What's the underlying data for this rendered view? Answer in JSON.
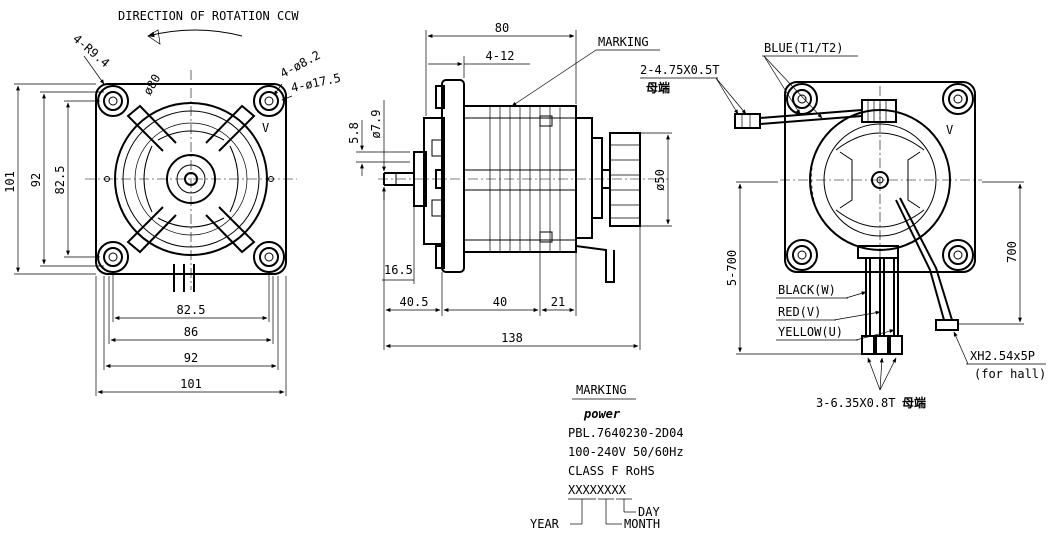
{
  "front_view": {
    "rotation_label": "DIRECTION OF ROTATION  CCW",
    "callouts": {
      "corner_radius": "4-R9.4",
      "hole_small": "4-ø8.2",
      "hole_large": "4-ø17.5",
      "bolt_circle": "ø80"
    },
    "vertical_dims": {
      "outer": "101",
      "inner": "92",
      "holes": "82.5"
    },
    "horizontal_dims": {
      "holes": "82.5",
      "pins": "86",
      "inner": "92",
      "outer": "101"
    }
  },
  "side_view": {
    "dims": {
      "top_width": "80",
      "top_offset": "4-12",
      "shaft_step": "5.8",
      "shaft_dia": "ø7.9",
      "shaft_height": "16.5",
      "rotor_dia": "ø50",
      "seg_a": "40.5",
      "seg_b": "40",
      "seg_c": "21",
      "total": "138"
    },
    "marking_label": "MARKING"
  },
  "rear_view": {
    "blue_label": "BLUE(T1/T2)",
    "terminal_top": {
      "spec": "2-4.75X0.5T",
      "type": "母端"
    },
    "wires": [
      "BLACK(W)",
      "RED(V)",
      "YELLOW(U)"
    ],
    "lead_dims": {
      "lead_left": "5-700",
      "lead_right": "700"
    },
    "connector": {
      "name": "XH2.54x5P",
      "note": "(for hall)"
    },
    "terminal_bottom": {
      "spec": "3-6.35X0.8T",
      "type": "母端"
    }
  },
  "marking_block": {
    "title": "MARKING",
    "brand": "power",
    "model": "PBL.7640230-2D04",
    "voltage": "100-240V 50/60Hz",
    "class": "CLASS F RoHS",
    "code": "XXXXXXXX",
    "year": "YEAR",
    "month": "MONTH",
    "day": "DAY"
  }
}
